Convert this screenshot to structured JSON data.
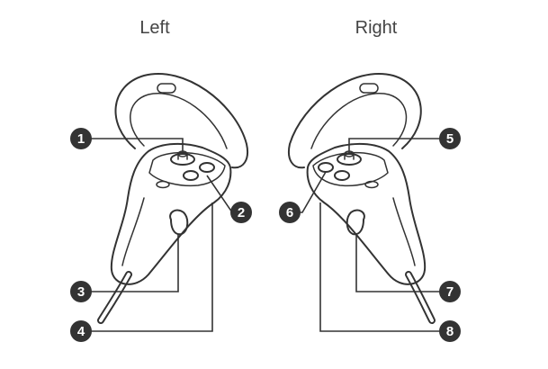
{
  "titles": {
    "left": "Left",
    "right": "Right"
  },
  "callouts": [
    "1",
    "2",
    "3",
    "4",
    "5",
    "6",
    "7",
    "8"
  ],
  "colors": {
    "callout": "#333333",
    "line": "#333333",
    "background": "#ffffff"
  }
}
